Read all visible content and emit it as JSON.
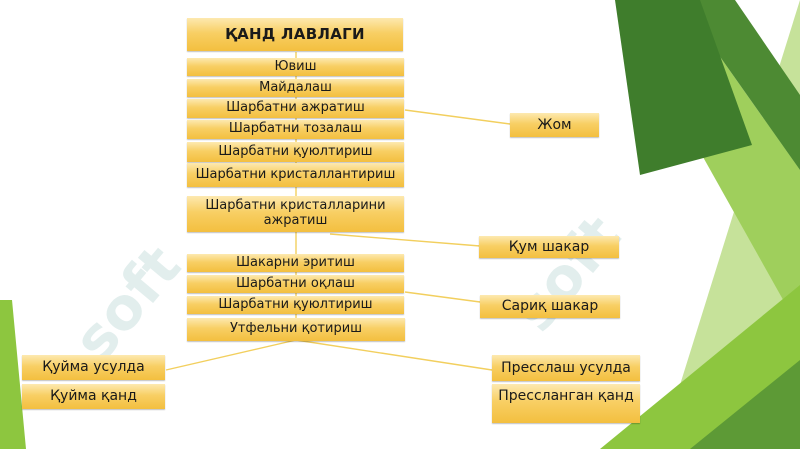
{
  "title": "ҚАНД ЛАВЛАГИ",
  "steps": [
    "Ювиш",
    "Майдалаш",
    "Шарбатни ажратиш",
    "Шарбатни тозалаш",
    "Шарбатни қуюлтириш",
    "Шарбатни кристаллантириш",
    "Шарбатни кристалларини ажратиш",
    "Шакарни эритиш",
    "Шарбатни оқлаш",
    "Шарбатни қуюлтириш",
    "Утфельни қотириш"
  ],
  "outputs": {
    "zhom": "Жом",
    "kum_shakar": "Қум шакар",
    "sarik_shakar": "Сариқ шакар"
  },
  "branches": {
    "left_method": "Қуйма усулда",
    "left_product": "Қуйма қанд",
    "right_method": "Пресслаш усулда",
    "right_product": "Прессланган қанд"
  },
  "watermark": "soft",
  "colors": {
    "box_top": "#fde9b0",
    "box_bottom": "#f3bf3f",
    "connector": "#f2cf5e",
    "green_light": "#8dc63f",
    "green_dark": "#3f7d2c",
    "watermark": "#4b968c"
  }
}
